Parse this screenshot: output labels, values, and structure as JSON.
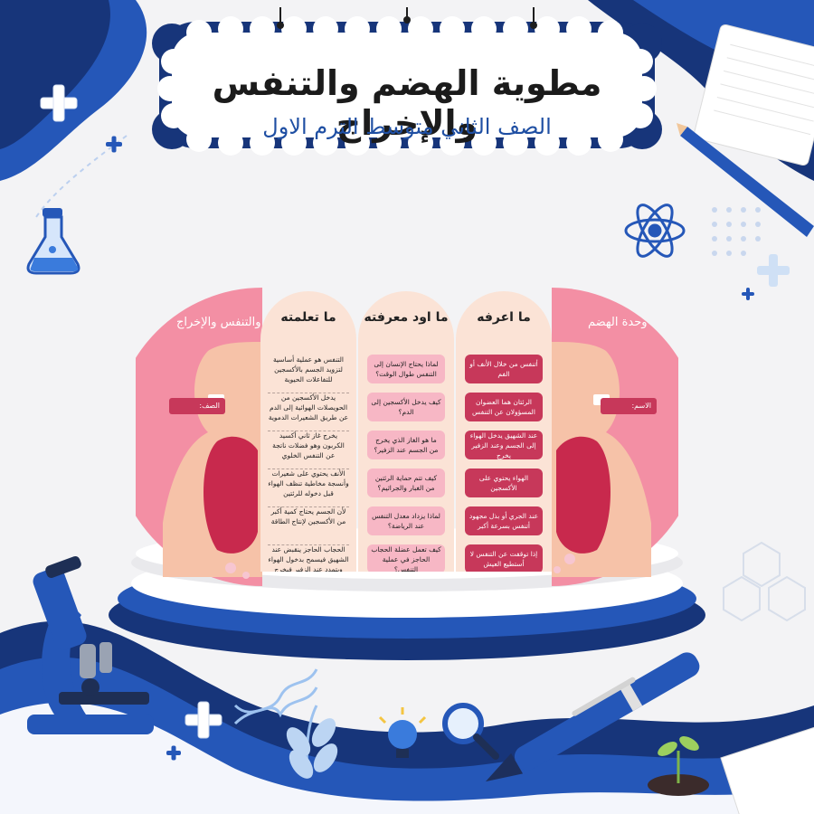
{
  "header": {
    "title": "مطوية الهضم والتنفس والإخراج",
    "subtitle": "الصف الثاني متوسط الترم الاول"
  },
  "colors": {
    "navy": "#17357a",
    "blue": "#2557b8",
    "pink": "#f38fa4",
    "crimson": "#c7385a",
    "cream": "#fbe3d6"
  },
  "brochure": {
    "right_cover": {
      "heading": "وحدة الهضم",
      "name_label": "الاسم:"
    },
    "left_cover": {
      "heading": "والتنفس والإخراج",
      "class_label": "الصف:"
    },
    "know": {
      "title": "ما اعرفه",
      "items": [
        "أتنفس من خلال الأنف أو الفم",
        "الرئتان هما العضوان المسؤولان عن التنفس",
        "عند الشهيق يدخل الهواء إلى الجسم وعند الزفير يخرج",
        "الهواء يحتوي على الأكسجين",
        "عند الجري أو بذل مجهود أتنفس بسرعة أكبر",
        "إذا توقفت عن التنفس لا أستطيع العيش"
      ]
    },
    "want": {
      "title": "ما اود معرفته",
      "items": [
        "لماذا يحتاج الإنسان إلى التنفس طوال الوقت؟",
        "كيف يدخل الأكسجين إلى الدم؟",
        "ما هو الغاز الذي يخرج من الجسم عند الزفير؟",
        "كيف تتم حماية الرئتين من الغبار والجراثيم؟",
        "لماذا يزداد معدل التنفس عند الرياضة؟",
        "كيف تعمل عضلة الحجاب الحاجز في عملية التنفس؟"
      ]
    },
    "learned": {
      "title": "ما تعلمته",
      "items": [
        "التنفس هو عملية أساسية لتزويد الجسم بالأكسجين للتفاعلات الحيوية",
        "يدخل الأكسجين من الحويصلات الهوائية إلى الدم عن طريق الشعيرات الدموية",
        "يخرج غاز ثاني أكسيد الكربون وهو فضلات ناتجة عن التنفس الخلوي",
        "الأنف يحتوي على شعيرات وأنسجة مخاطية تنظف الهواء قبل دخوله للرئتين",
        "لأن الجسم يحتاج كمية أكبر من الأكسجين لإنتاج الطاقة",
        "الحجاب الحاجز ينقبض عند الشهيق فيسمح بدخول الهواء ويتمدد عند الزفير فيخرج الهواء"
      ]
    }
  },
  "decorations": [
    "microscope-icon",
    "pen-icon",
    "pencil-icon",
    "notebook-icon",
    "flask-icon",
    "atom-icon",
    "dna-icon",
    "leaf-icon",
    "lightbulb-icon",
    "magnifier-icon",
    "plant-icon",
    "plus-icon",
    "hexagon-icon"
  ]
}
